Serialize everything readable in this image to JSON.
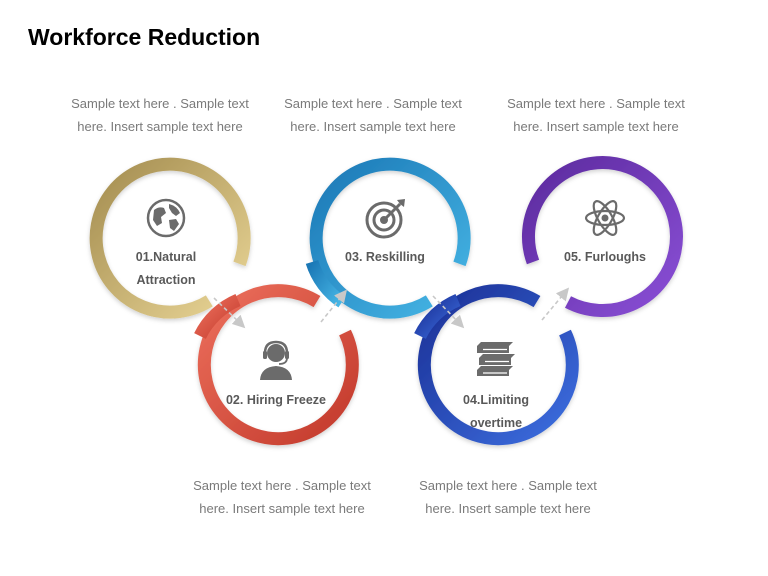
{
  "title": "Workforce Reduction",
  "steps": [
    {
      "label_lines": [
        "01.Natural",
        "Attraction"
      ],
      "icon": "globe-icon",
      "color_light": "#e9d596",
      "color_dark": "#a48d50",
      "desc_lines": [
        "Sample text here . Sample text",
        "here. Insert sample text here"
      ]
    },
    {
      "label_lines": [
        "02. Hiring Freeze"
      ],
      "icon": "support-agent-icon",
      "color_light": "#ec6f5c",
      "color_dark": "#c2392b",
      "desc_lines": [
        "Sample text here . Sample text",
        "here. Insert sample text here"
      ]
    },
    {
      "label_lines": [
        "03. Reskilling"
      ],
      "icon": "target-icon",
      "color_light": "#47b7e6",
      "color_dark": "#1b78b6",
      "desc_lines": [
        "Sample text here . Sample text",
        "here. Insert sample text here"
      ]
    },
    {
      "label_lines": [
        "04.Limiting",
        "overtime"
      ],
      "icon": "books-icon",
      "color_light": "#3d6fe0",
      "color_dark": "#1a2f95",
      "desc_lines": [
        "Sample text here . Sample text",
        "here. Insert sample text here"
      ]
    },
    {
      "label_lines": [
        "05. Furloughs"
      ],
      "icon": "atom-icon",
      "color_light": "#8a4fd6",
      "color_dark": "#5c2a9e",
      "desc_lines": [
        "Sample text here . Sample text",
        "here. Insert sample text here"
      ]
    }
  ],
  "colors": {
    "icon": "#6b6b6b",
    "arrow": "#c8c8c8",
    "label": "#595959",
    "desc": "#7a7a7a"
  }
}
